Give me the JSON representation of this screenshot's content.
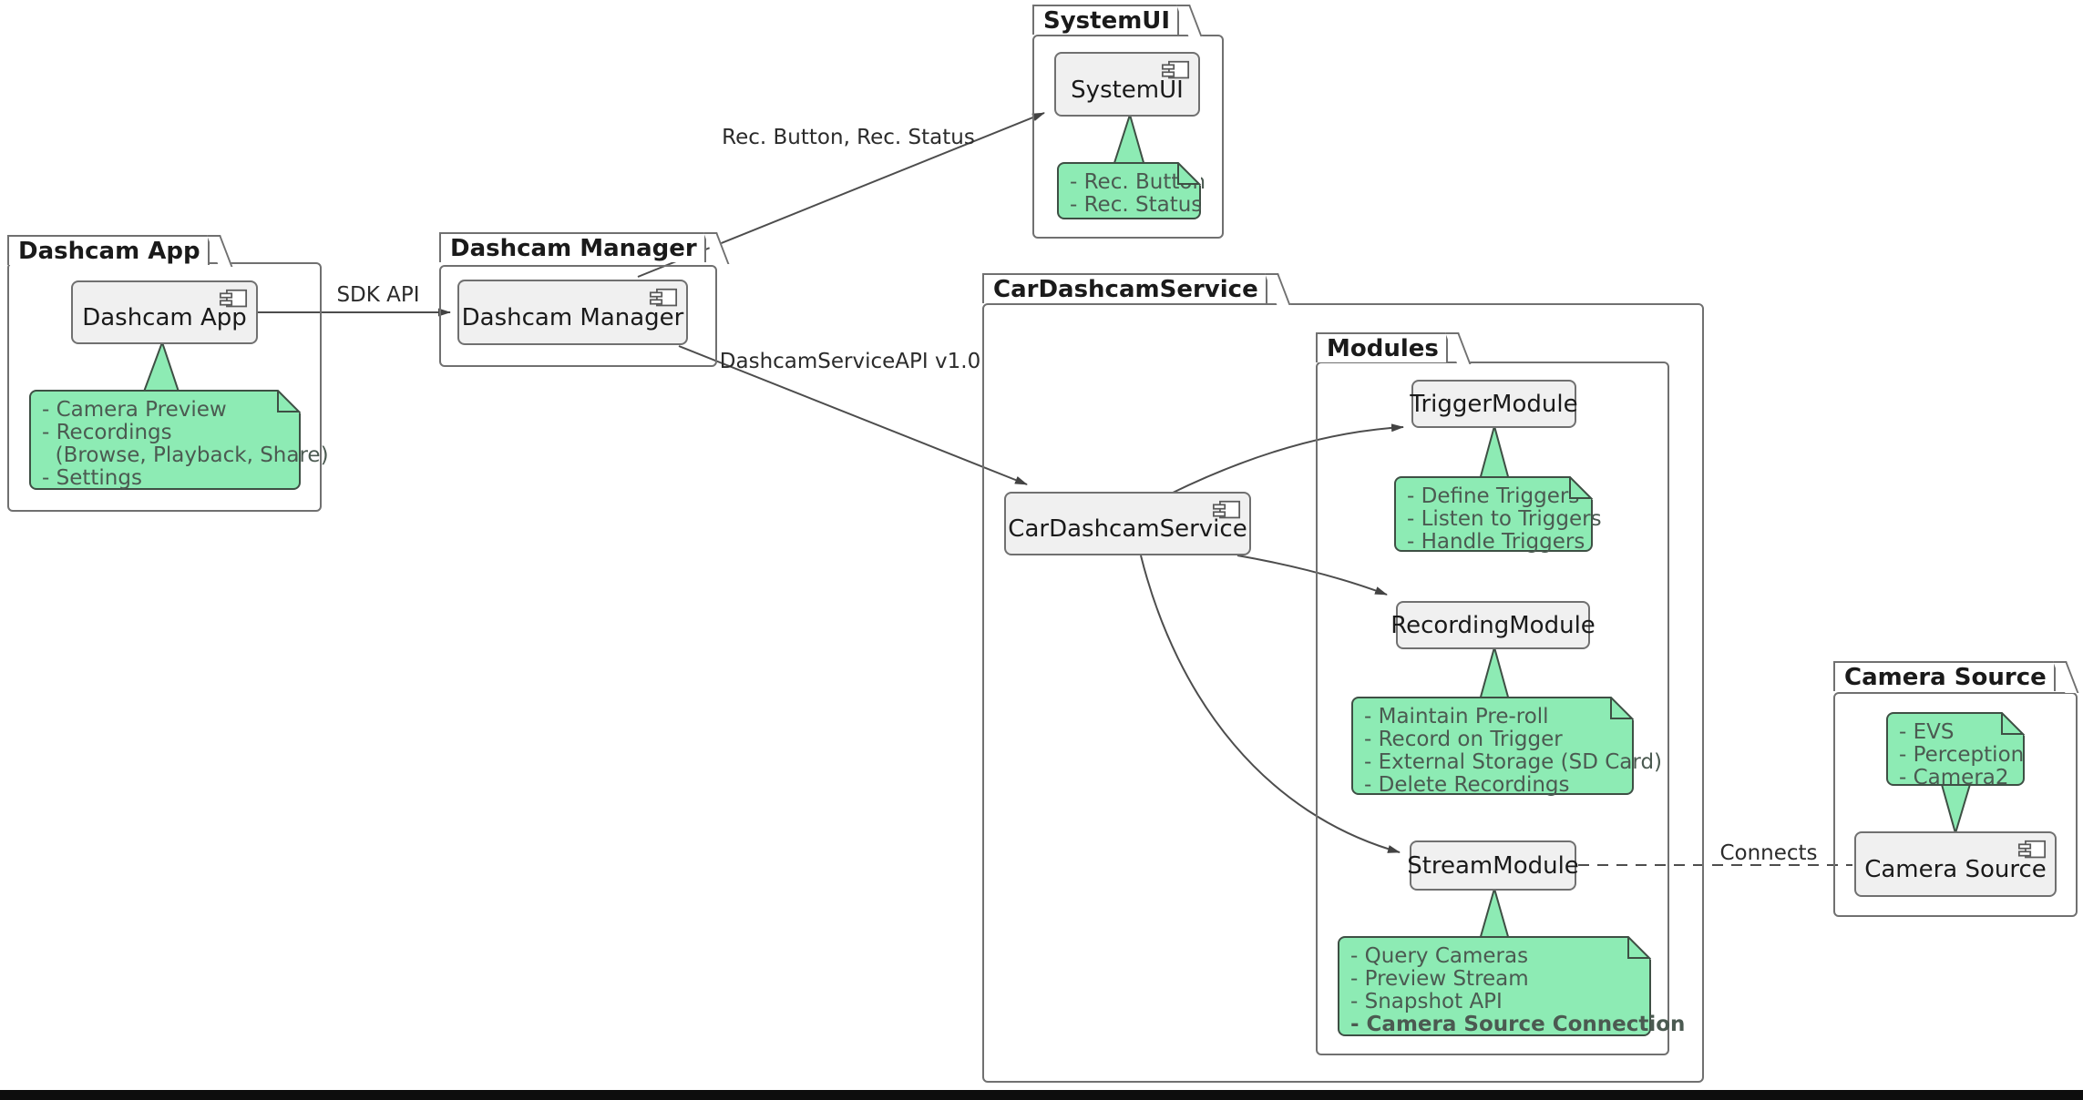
{
  "diagram_type": "UML component diagram",
  "packages": {
    "dashcam_app": {
      "title": "Dashcam App",
      "component": "Dashcam App",
      "note_lines": [
        "- Camera Preview",
        "- Recordings",
        "  (Browse, Playback, Share)",
        "- Settings"
      ]
    },
    "dashcam_manager": {
      "title": "Dashcam Manager",
      "component": "Dashcam Manager"
    },
    "system_ui": {
      "title": "SystemUI",
      "component": "SystemUI",
      "note_lines": [
        "- Rec. Button",
        "- Rec. Status"
      ]
    },
    "car_dashcam_service": {
      "title": "CarDashcamService",
      "component": "CarDashcamService"
    },
    "modules": {
      "title": "Modules",
      "trigger": {
        "name": "TriggerModule",
        "note_lines": [
          "- Define Triggers",
          "- Listen to Triggers",
          "- Handle Triggers"
        ]
      },
      "recording": {
        "name": "RecordingModule",
        "note_lines": [
          "- Maintain Pre-roll",
          "- Record on Trigger",
          "- External Storage (SD Card)",
          "- Delete Recordings"
        ]
      },
      "stream": {
        "name": "StreamModule",
        "note_lines": [
          "- Query Cameras",
          "- Preview Stream",
          "- Snapshot API",
          "- Camera Source Connection"
        ],
        "note_bold_last_line": true
      }
    },
    "camera_source": {
      "title": "Camera Source",
      "component": "Camera Source",
      "note_lines": [
        "- EVS",
        "- Perception",
        "- Camera2"
      ]
    }
  },
  "edges": {
    "sdk_api": "SDK API",
    "rec_button_status": "Rec. Button, Rec. Status",
    "dashcam_service_api": "DashcamServiceAPI v1.0",
    "connects": "Connects"
  },
  "colors": {
    "note_fill": "#8DEBB4",
    "note_border": "#3E4F44",
    "note_text": "#4B5A51",
    "component_fill": "#F0F0F0",
    "component_border": "#707070",
    "package_border": "#707070",
    "line": "#4D4D4D"
  }
}
